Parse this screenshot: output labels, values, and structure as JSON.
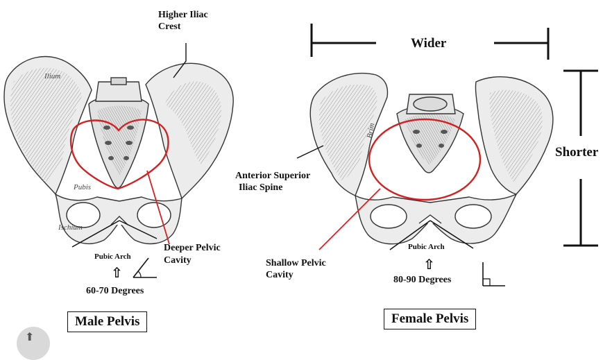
{
  "male": {
    "title": "Male Pelvis",
    "crest_label_1": "Higher Iliac",
    "crest_label_2": "Crest",
    "cavity_label_1": "Deeper Pelvic",
    "cavity_label_2": "Cavity",
    "arch_label": "Pubic Arch",
    "angle_label": "60-70 Degrees",
    "bone_labels": {
      "ilium": "Ilium",
      "pubis": "Pubis",
      "ischium": "Ischium"
    }
  },
  "female": {
    "title": "Female Pelvis",
    "width_label": "Wider",
    "height_label": "Shorter",
    "spine_label_1": "Anterior Superior",
    "spine_label_2": "Iliac Spine",
    "cavity_label_1": "Shallow Pelvic",
    "cavity_label_2": "Cavity",
    "arch_label": "Pubic Arch",
    "angle_label": "80-90 Degrees",
    "bone_labels": {
      "brim": "Brim"
    }
  },
  "colors": {
    "cavity_outline": "#d42020",
    "ink": "#111111",
    "bone_fill": "#ededed",
    "bone_shade": "#8a8a8a"
  }
}
